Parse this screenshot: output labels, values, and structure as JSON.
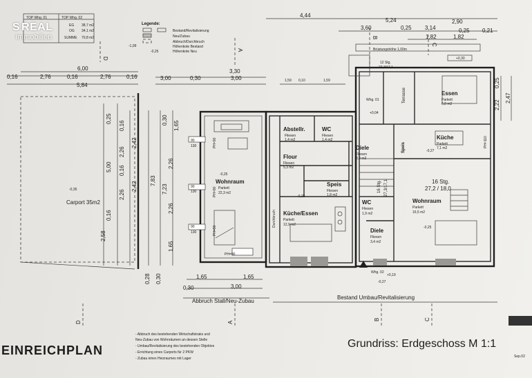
{
  "logo": {
    "line1": "REAL",
    "line2": "Immobilien",
    "mark": "S"
  },
  "top_table": {
    "col1_header": "TOP Whg. 01",
    "col2_header": "TOP Whg. 02",
    "rows": [
      {
        "label": "EG",
        "value": "38,7 m2"
      },
      {
        "label": "OG",
        "value": "34,1 m2"
      },
      {
        "label": "SUMME",
        "value": "70,8 m2"
      }
    ]
  },
  "legend": {
    "title": "Legende:",
    "items": [
      "Bestand/Revitalisierung",
      "Neu/Zubau",
      "Abbruch/Durchbruch",
      "Höhenkote Bestand",
      "Höhenkote Neu"
    ],
    "kote_a": "-1,99",
    "kote_b": "-0,25"
  },
  "rooms": [
    {
      "name": "Wohnraum",
      "line2": "Parkett",
      "line3": "22,3 m2"
    },
    {
      "name": "Abstellr.",
      "line2": "Fliesen",
      "line3": "1,4 m2"
    },
    {
      "name": "WC",
      "line2": "Fliesen",
      "line3": "1,4 m2"
    },
    {
      "name": "Flour",
      "line2": "Fliesen",
      "line3": "5,3 m2"
    },
    {
      "name": "Diele",
      "line2": "Fliesen",
      "line3": "3,9 m2"
    },
    {
      "name": "Speis",
      "line2": "Fliesen",
      "line3": "1,8 m2"
    },
    {
      "name": "Küche/Essen",
      "line2": "Parkett",
      "line3": "12,9 m2"
    },
    {
      "name": "WC",
      "line2": "Fliesen",
      "line3": "1,9 m2"
    },
    {
      "name": "Diele",
      "line2": "Fliesen",
      "line3": "3,4 m2"
    },
    {
      "name": "Wohnraum",
      "line2": "Parkett",
      "line3": "16,5 m2"
    },
    {
      "name": "Küche",
      "line2": "Parkett",
      "line3": "7,1 m2"
    },
    {
      "name": "Essen",
      "line2": "Parkett",
      "line3": "6,8 m2"
    },
    {
      "name": "Terrasse",
      "line2": "",
      "line3": ""
    },
    {
      "name": "Speis",
      "line2": "",
      "line3": ""
    }
  ],
  "labels": {
    "carport": "Carport 35m2",
    "abbruch": "Abbruch Stall/Neu-Zubau",
    "bestand": "Bestand Umbau/Revitalisierung",
    "brustung": "Brüstungshöhe 1,00m",
    "stg1": "16 Stg.",
    "stg1_dim": "27,2 / 18,0",
    "stg2": "16 Stg.",
    "stg2_dim": "27,3/17,1",
    "stg3": "12 Stg.",
    "stg3_dim": "27,3/17,1",
    "whg01": "Whg. 01",
    "whg02": "Whg. 02",
    "durchbruch": "Durchbruch",
    "ph90": "PH=90",
    "ph110": "PH=110"
  },
  "dimensions": {
    "top": [
      "4,44",
      "5,24",
      "2,90",
      "3,60",
      "0,25",
      "3,14",
      "0,25",
      "0,21",
      "1,82",
      "1,82"
    ],
    "left_top": [
      "6,00",
      "0,16",
      "2,76",
      "0,16",
      "2,76",
      "0,16",
      "5,84"
    ],
    "mid_top": [
      "3,30",
      "3,00",
      "0,30",
      "3,00",
      "1,59",
      "0,10",
      "1,59"
    ],
    "verticals": [
      "0,25",
      "2,26",
      "0,16",
      "2,42",
      "5,00",
      "0,16",
      "2,26",
      "2,42",
      "0,16",
      "2,58",
      "7,83",
      "7,23",
      "2,26",
      "1,65",
      "2,26",
      "1,65",
      "0,30"
    ],
    "bottom": [
      "0,28",
      "0,30",
      "1,65",
      "1,65",
      "0,30",
      "3,00"
    ],
    "right": [
      "2,22",
      "0,25",
      "2,47"
    ],
    "koten": [
      "-0,35",
      "-0,25",
      "-0,25",
      "-0,25",
      "-0,27",
      "+0,30",
      "+0,04",
      "-0,27",
      "+0,19"
    ]
  },
  "axes": [
    "D",
    "A",
    "B",
    "C",
    "D",
    "A",
    "B",
    "C"
  ],
  "notes": [
    "- Abbruch des bestehenden Wirtschaftstraks und",
    "  Neu-Zubau von Wohnräumen an dessen Stelle",
    "- Umbau/Revitalisierung des bestehenden Objektes",
    "- Errichtung eines Carports für 2 PKW",
    "- Zubau eines Heizraumes mit Lager"
  ],
  "footer": {
    "left_title": "EINREICHPLAN",
    "right_title": "Grundriss: Erdgeschoss  M 1:1",
    "date": "Sep.02"
  }
}
